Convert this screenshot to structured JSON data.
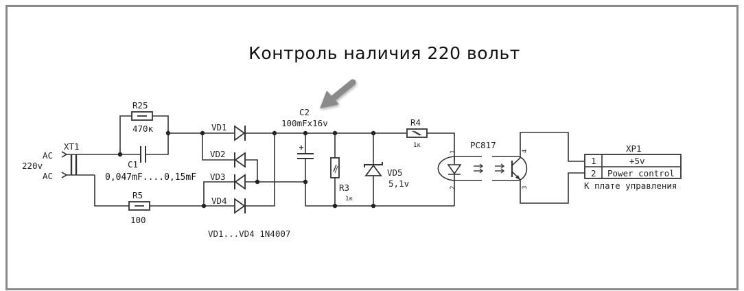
{
  "title": "Контроль наличия 220 вольт",
  "input": {
    "connector": "XT1",
    "terminal_top": "AC",
    "terminal_bottom": "AC",
    "voltage": "220v"
  },
  "components": {
    "r25": {
      "ref": "R25",
      "value": "470к"
    },
    "c1": {
      "ref": "C1",
      "value": "0,047mF....0,15mF"
    },
    "r5": {
      "ref": "R5",
      "value": "100"
    },
    "vd1": {
      "ref": "VD1"
    },
    "vd2": {
      "ref": "VD2"
    },
    "vd3": {
      "ref": "VD3"
    },
    "vd4": {
      "ref": "VD4"
    },
    "bridge_note": "VD1...VD4  1N4007",
    "c2": {
      "ref": "C2",
      "value": "100mFx16v"
    },
    "r3": {
      "ref": "R3",
      "value": "1к"
    },
    "vd5": {
      "ref": "VD5",
      "value": "5,1v"
    },
    "r4": {
      "ref": "R4",
      "value": "1к"
    },
    "optocoupler": {
      "ref": "PC817",
      "pins": [
        "1",
        "2",
        "3",
        "4"
      ]
    }
  },
  "output": {
    "connector": "XP1",
    "pins": [
      {
        "num": "1",
        "label": "+5v"
      },
      {
        "num": "2",
        "label": "Power control"
      }
    ],
    "note": "К плате управления"
  },
  "highlight_arrow": {
    "target": "C2",
    "color": "#8a8a8a"
  },
  "colors": {
    "wire": "#333333",
    "frame": "#8a8a8a",
    "background": "#ffffff"
  }
}
